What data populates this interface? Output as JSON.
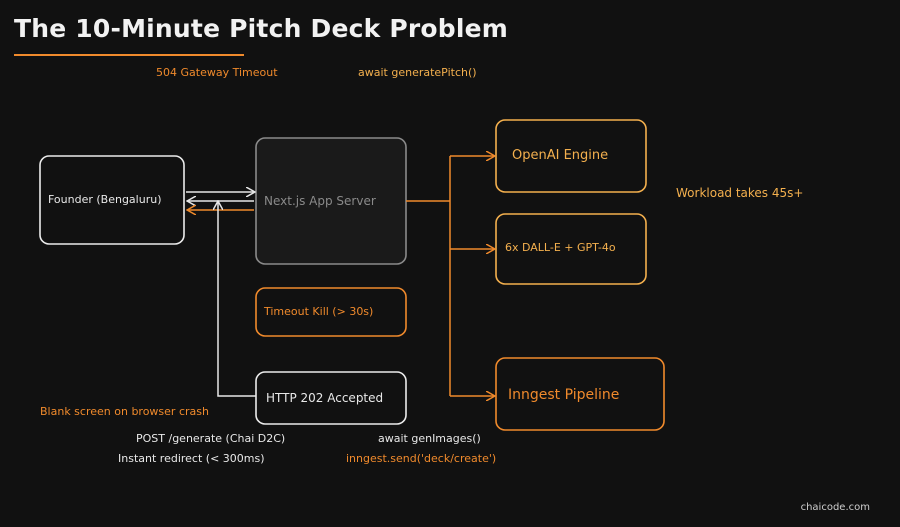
{
  "title": "The 10-Minute Pitch Deck Problem",
  "nodes": {
    "founder": "Founder (Bengaluru)",
    "server": "Next.js App Server",
    "openai": "OpenAI Engine",
    "dalle": "6x DALL-E + GPT-4o",
    "timeout": "Timeout Kill (> 30s)",
    "http202": "HTTP 202 Accepted",
    "inngest": "Inngest Pipeline"
  },
  "labels": {
    "gateway_timeout": "504 Gateway Timeout",
    "await_pitch": "await generatePitch()",
    "workload": "Workload takes 45s+",
    "blank_screen": "Blank screen on browser crash",
    "post_generate": "POST /generate (Chai D2C)",
    "instant_redirect": "Instant redirect (< 300ms)",
    "await_images": "await genImages()",
    "inngest_send": "inngest.send('deck/create')"
  },
  "footer": "chaicode.com",
  "colors": {
    "orange": "#f08a2c",
    "soft_orange": "#f4b04e",
    "white": "#e8e8e8",
    "gray": "#8a8a8a",
    "background": "#111111"
  }
}
